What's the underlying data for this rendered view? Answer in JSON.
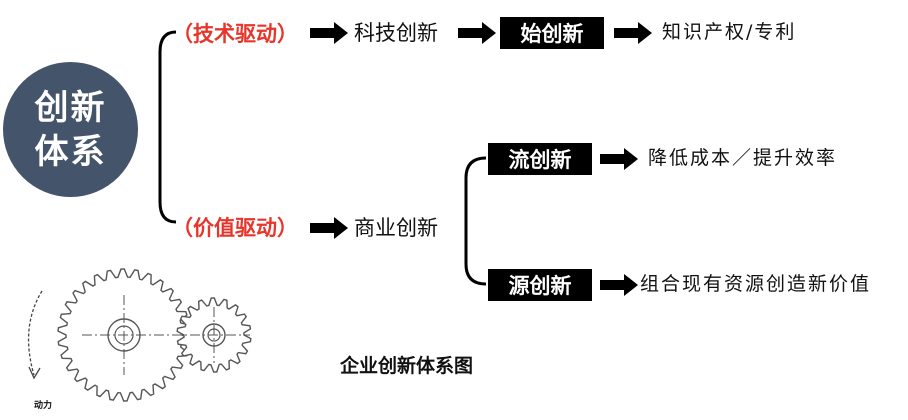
{
  "core": {
    "line1": "创新",
    "line2": "体系"
  },
  "top_branch": {
    "driver": "（技术驱动）",
    "innovation": "科技创新",
    "stage": "始创新",
    "outcome": "知识产权/专利"
  },
  "bottom_branch": {
    "driver": "（价值驱动）",
    "innovation": "商业创新",
    "sub_branches": [
      {
        "stage": "流创新",
        "outcome": "降低成本／提升效率"
      },
      {
        "stage": "源创新",
        "outcome": "组合现有资源创造新价值"
      }
    ]
  },
  "gear_label": "动力",
  "caption": "企业创新体系图",
  "colors": {
    "core_fill": "#44546a",
    "driver_text": "#e8352b",
    "stage_box": "#000000"
  }
}
